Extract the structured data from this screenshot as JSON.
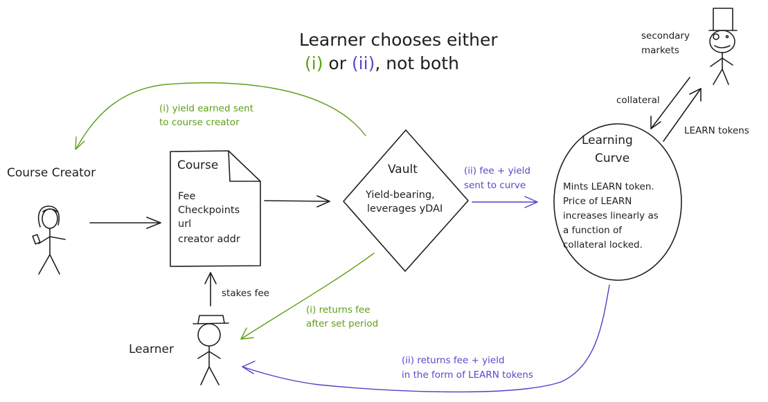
{
  "title": {
    "line1": "Learner chooses either",
    "opt1": "(i)",
    "or": " or ",
    "opt2": "(ii)",
    "tail": ", not both"
  },
  "actors": {
    "course_creator": "Course Creator",
    "learner": "Learner",
    "secondary_markets_line1": "secondary",
    "secondary_markets_line2": "markets"
  },
  "course": {
    "title": "Course",
    "items": [
      "Fee",
      "Checkpoints",
      "url",
      "creator addr"
    ]
  },
  "vault": {
    "title": "Vault",
    "line1": "Yield-bearing,",
    "line2": "leverages yDAI"
  },
  "curve": {
    "title_line1": "Learning",
    "title_line2": "Curve",
    "body": [
      "Mints LEARN token.",
      "Price of LEARN",
      "increases linearly as",
      "a function of",
      "collateral locked."
    ]
  },
  "edges": {
    "yield_to_creator": [
      "(i) yield earned sent",
      "to course creator"
    ],
    "fee_yield_to_curve": [
      "(ii) fee + yield",
      "sent to curve"
    ],
    "stakes_fee": "stakes fee",
    "returns_fee": [
      "(i) returns fee",
      "after set period"
    ],
    "returns_learn": [
      "(ii) returns fee + yield",
      "in the form of LEARN tokens"
    ],
    "collateral": "collateral",
    "learn_tokens": "LEARN tokens"
  },
  "colors": {
    "ink": "#1e1e1e",
    "option_i": "#5e9e17",
    "option_ii": "#4a43c4"
  }
}
